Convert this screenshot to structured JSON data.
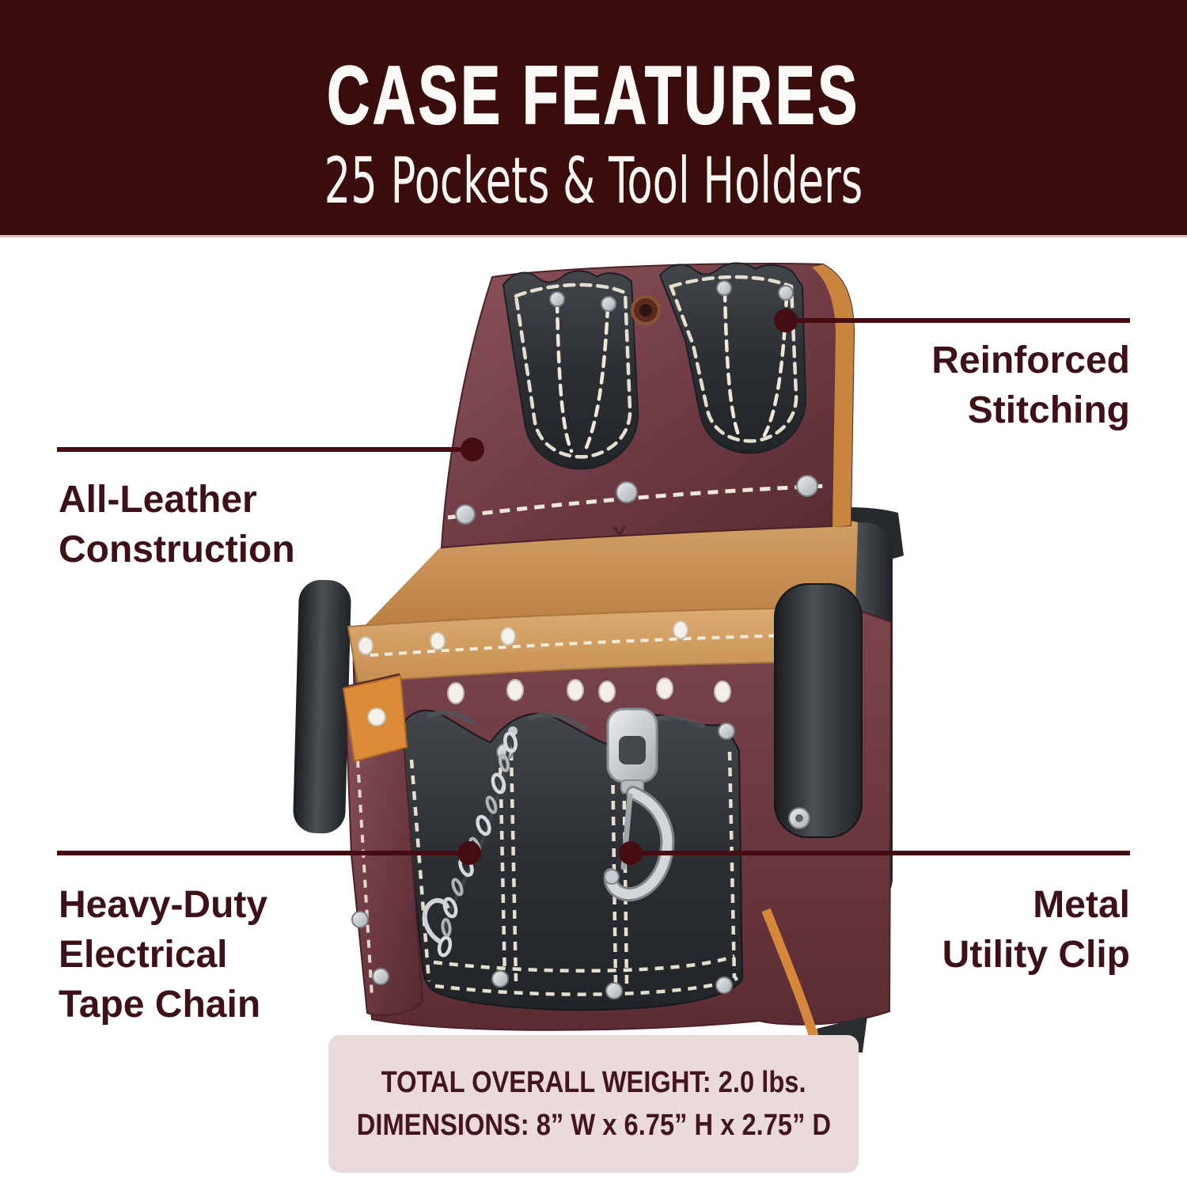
{
  "header": {
    "title": "CASE FEATURES",
    "subtitle": "25 Pockets & Tool Holders"
  },
  "callouts": {
    "reinforced_stitching": {
      "lines": [
        "Reinforced",
        "Stitching"
      ]
    },
    "all_leather": {
      "lines": [
        "All-Leather",
        "Construction"
      ]
    },
    "tape_chain": {
      "lines": [
        "Heavy-Duty",
        "Electrical",
        "Tape Chain"
      ]
    },
    "utility_clip": {
      "lines": [
        "Metal",
        "Utility Clip"
      ]
    }
  },
  "specs": {
    "weight": "TOTAL OVERALL WEIGHT: 2.0 lbs.",
    "dimensions": "DIMENSIONS: 8” W x 6.75” H x 2.75” D"
  },
  "colors": {
    "header_bg": "#3B0C0C",
    "header_text": "#FCFAF7",
    "callout_line": "#450D12",
    "callout_text": "#3E1119",
    "spec_bg": "#EBDADA",
    "spec_text": "#431520",
    "leather_burgundy": "#7A444C",
    "leather_tan": "#C98E4E",
    "leather_black": "#2B2E31",
    "trim_orange": "#DC8C38",
    "stitching": "#EFE8D8",
    "metal_silver": "#C9CCCE"
  }
}
